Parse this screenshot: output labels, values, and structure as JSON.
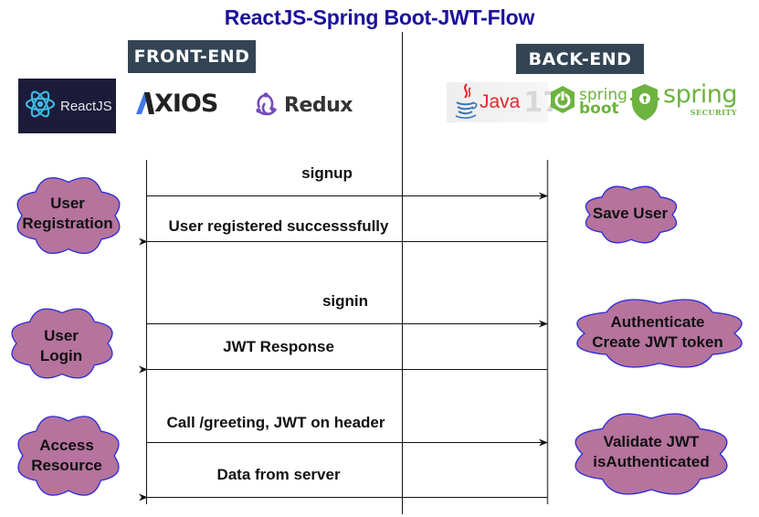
{
  "title": "ReactJS-Spring Boot-JWT-Flow",
  "colors": {
    "title": "#1b119c",
    "section_label_bg": "#334554",
    "cloud_fill": "#b5739d",
    "cloud_stroke": "#2a2ad6",
    "line": "#111111",
    "spring_green": "#6db33f",
    "java_red": "#e3262b",
    "react_blue": "#3fb6e0",
    "axios_blue": "#4078e8",
    "redux_purple": "#764abc"
  },
  "frontend": {
    "label": "FRONT-END",
    "logos": [
      {
        "icon": "react-atom-icon",
        "text": "ReactJS"
      },
      {
        "icon": "axios-logo-icon",
        "text": "XIOS"
      },
      {
        "icon": "redux-logo-icon",
        "text": "Redux"
      }
    ]
  },
  "backend": {
    "label": "BACK-END",
    "logos": [
      {
        "icon": "java-cup-icon",
        "text": "Java",
        "version": "17"
      },
      {
        "icon": "spring-boot-power-icon",
        "text_line1": "spring",
        "text_line2": "boot"
      },
      {
        "icon": "spring-security-shield-icon",
        "text": "spring",
        "subtext": "SECURITY"
      }
    ]
  },
  "flows": [
    {
      "client_action": [
        "User",
        "Registration"
      ],
      "request": "signup",
      "response": "User registered successsfully",
      "server_action": [
        "Save User"
      ]
    },
    {
      "client_action": [
        "User",
        "Login"
      ],
      "request": "signin",
      "response": "JWT Response",
      "server_action": [
        "Authenticate",
        "Create JWT token"
      ]
    },
    {
      "client_action": [
        "Access",
        "Resource"
      ],
      "request": "Call /greeting, JWT on header",
      "response": "Data from server",
      "server_action": [
        "Validate JWT",
        "isAuthenticated"
      ]
    }
  ]
}
